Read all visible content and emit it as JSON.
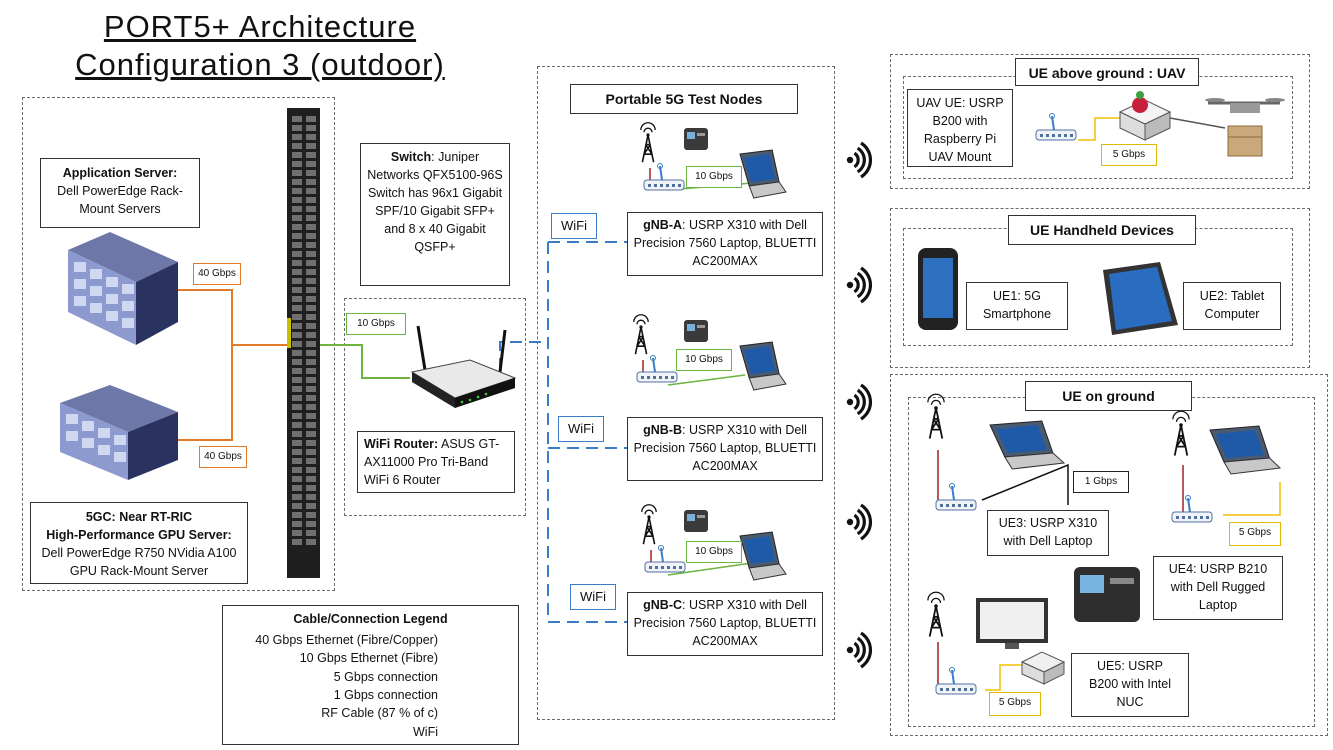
{
  "title": {
    "line1": "PORT5+ Architecture",
    "line2": "Configuration 3 (outdoor)"
  },
  "app_server": {
    "heading": "Application Server:",
    "body": "Dell PowerEdge Rack-Mount Servers"
  },
  "core": {
    "heading1": "5GC: Near RT-RIC",
    "heading2": "High-Performance GPU Server:",
    "body": "Dell PowerEdge R750 NVidia A100 GPU Rack-Mount Server"
  },
  "switch": {
    "heading": "Switch",
    "body": ": Juniper Networks QFX5100-96S Switch has 96x1 Gigabit SPF/10 Gigabit SFP+ and 8 x 40 Gigabit QSFP+"
  },
  "wifi_router": {
    "heading": "WiFi Router:",
    "body": "ASUS GT-AX11000 Pro Tri-Band WiFi 6 Router"
  },
  "links": {
    "server_40": "40 Gbps",
    "core_40": "40 Gbps",
    "router_10": "10 Gbps",
    "gnb_a_10": "10 Gbps",
    "gnb_b_10": "10 Gbps",
    "gnb_c_10": "10 Gbps",
    "uav_5": "5 Gbps",
    "ue3_1": "1 Gbps",
    "ue4_5": "5 Gbps",
    "ue5_5": "5 Gbps"
  },
  "wifi_labels": [
    "WiFi",
    "WiFi",
    "WiFi"
  ],
  "nodes": {
    "section": "Portable 5G Test Nodes",
    "gnb_a": {
      "name": "gNB-A",
      "body": ": USRP X310 with Dell Precision 7560 Laptop, BLUETTI AC200MAX"
    },
    "gnb_b": {
      "name": "gNB-B",
      "body": ": USRP X310 with Dell Precision 7560 Laptop, BLUETTI AC200MAX"
    },
    "gnb_c": {
      "name": "gNB-C",
      "body": ": USRP X310 with Dell Precision 7560 Laptop, BLUETTI AC200MAX"
    }
  },
  "uav": {
    "section": "UE above ground : UAV",
    "body": "UAV UE: USRP B200 with Raspberry Pi UAV Mount"
  },
  "handheld": {
    "section": "UE Handheld Devices",
    "ue1": "UE1: 5G Smartphone",
    "ue2": "UE2: Tablet Computer"
  },
  "ground": {
    "section": "UE on ground",
    "ue3": "UE3: USRP X310 with Dell Laptop",
    "ue4": "UE4: USRP B210 with Dell Rugged Laptop",
    "ue5": "UE5: USRP B200 with Intel NUC"
  },
  "legend": {
    "title": "Cable/Connection Legend",
    "items": [
      {
        "label": "40 Gbps Ethernet (Fibre/Copper)",
        "color": "#e07a2a",
        "style": "solid"
      },
      {
        "label": "10 Gbps Ethernet (Fibre)",
        "color": "#6db33f",
        "style": "solid"
      },
      {
        "label": "5 Gbps connection",
        "color": "#f0c000",
        "style": "solid"
      },
      {
        "label": "1 Gbps connection",
        "color": "#111111",
        "style": "solid"
      },
      {
        "label": "RF Cable (87 % of c)",
        "color": "#a02020",
        "style": "solid"
      },
      {
        "label": "WiFi",
        "color": "#3a7cc8",
        "style": "dashed"
      }
    ]
  },
  "colors": {
    "orange": "#e07a2a",
    "green": "#6db33f",
    "yellow": "#f0c000",
    "black": "#111111",
    "red": "#a02020",
    "blue": "#3a7cc8"
  }
}
